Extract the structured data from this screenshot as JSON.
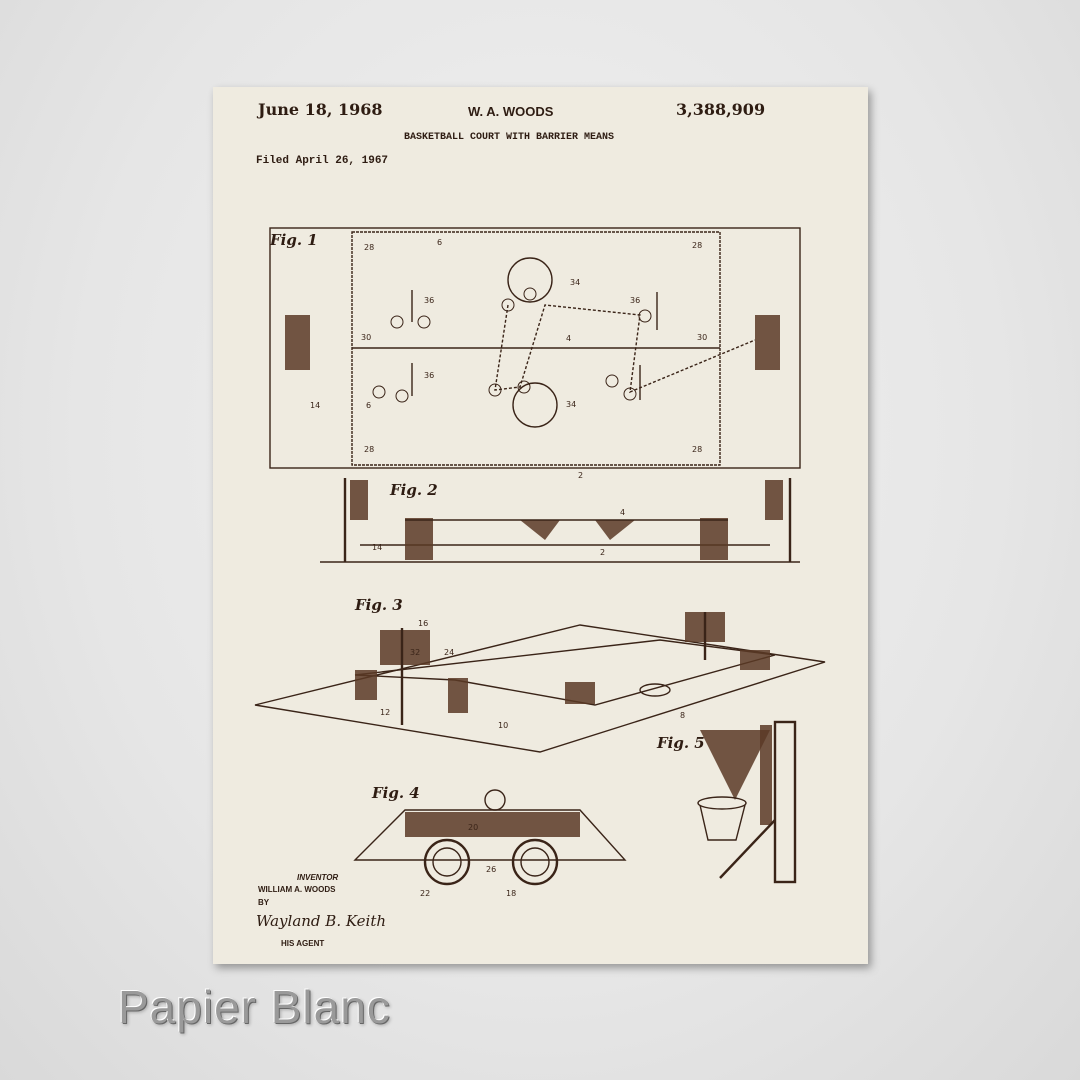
{
  "header": {
    "date": "June 18, 1968",
    "inventor_short": "W. A. WOODS",
    "patent_number": "3,388,909",
    "title": "BASKETBALL COURT WITH BARRIER MEANS",
    "filed": "Filed April 26, 1967"
  },
  "figures": [
    "Fig. 1",
    "Fig. 2",
    "Fig. 3",
    "Fig. 4",
    "Fig. 5"
  ],
  "numerals": [
    "28",
    "6",
    "28",
    "34",
    "36",
    "36",
    "30",
    "4",
    "30",
    "36",
    "34",
    "6",
    "14",
    "28",
    "28",
    "2",
    "4",
    "2",
    "14",
    "16",
    "24",
    "32",
    "12",
    "10",
    "8",
    "20",
    "22",
    "26",
    "18"
  ],
  "footer": {
    "inventor_label": "INVENTOR",
    "inventor_name": "WILLIAM A. WOODS",
    "by": "BY",
    "signature": "Wayland B. Keith",
    "agent_label": "HIS AGENT"
  },
  "product": {
    "finish_name": "Papier Blanc"
  }
}
